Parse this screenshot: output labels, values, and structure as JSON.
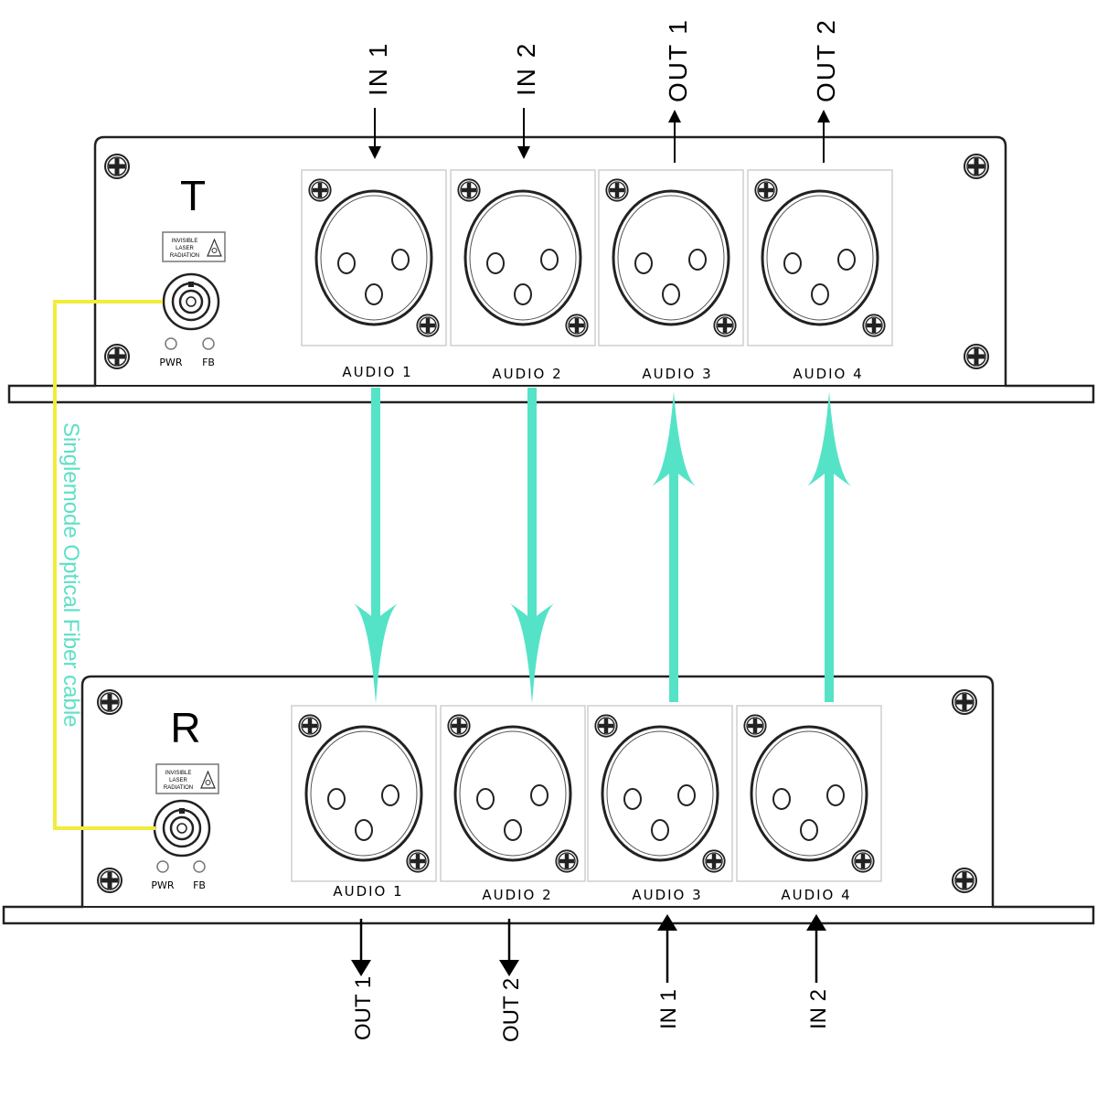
{
  "transmitter": {
    "unit_letter": "T",
    "warning_label": [
      "INVISIBLE",
      "LASER",
      "RADIATION"
    ],
    "led_pwr": "PWR",
    "led_fb": "FB",
    "ports": [
      {
        "label": "AUDIO 1",
        "signal": "IN 1",
        "direction": "in"
      },
      {
        "label": "AUDIO 2",
        "signal": "IN 2",
        "direction": "in"
      },
      {
        "label": "AUDIO 3",
        "signal": "OUT 1",
        "direction": "out"
      },
      {
        "label": "AUDIO 4",
        "signal": "OUT 2",
        "direction": "out"
      }
    ]
  },
  "receiver": {
    "unit_letter": "R",
    "warning_label": [
      "INVISIBLE",
      "LASER",
      "RADIATION"
    ],
    "led_pwr": "PWR",
    "led_fb": "FB",
    "ports": [
      {
        "label": "AUDIO 1",
        "signal": "OUT 1",
        "direction": "out"
      },
      {
        "label": "AUDIO 2",
        "signal": "OUT 2",
        "direction": "out"
      },
      {
        "label": "AUDIO 3",
        "signal": "IN 1",
        "direction": "in"
      },
      {
        "label": "AUDIO 4",
        "signal": "IN 2",
        "direction": "in"
      }
    ]
  },
  "fiber_cable_label": "Singlemode Optical Fiber cable",
  "colors": {
    "link_arrow": "#55e3c8",
    "fiber_cable": "#f2ec3a",
    "fiber_text": "#5ee0c6",
    "outline": "#222222"
  }
}
